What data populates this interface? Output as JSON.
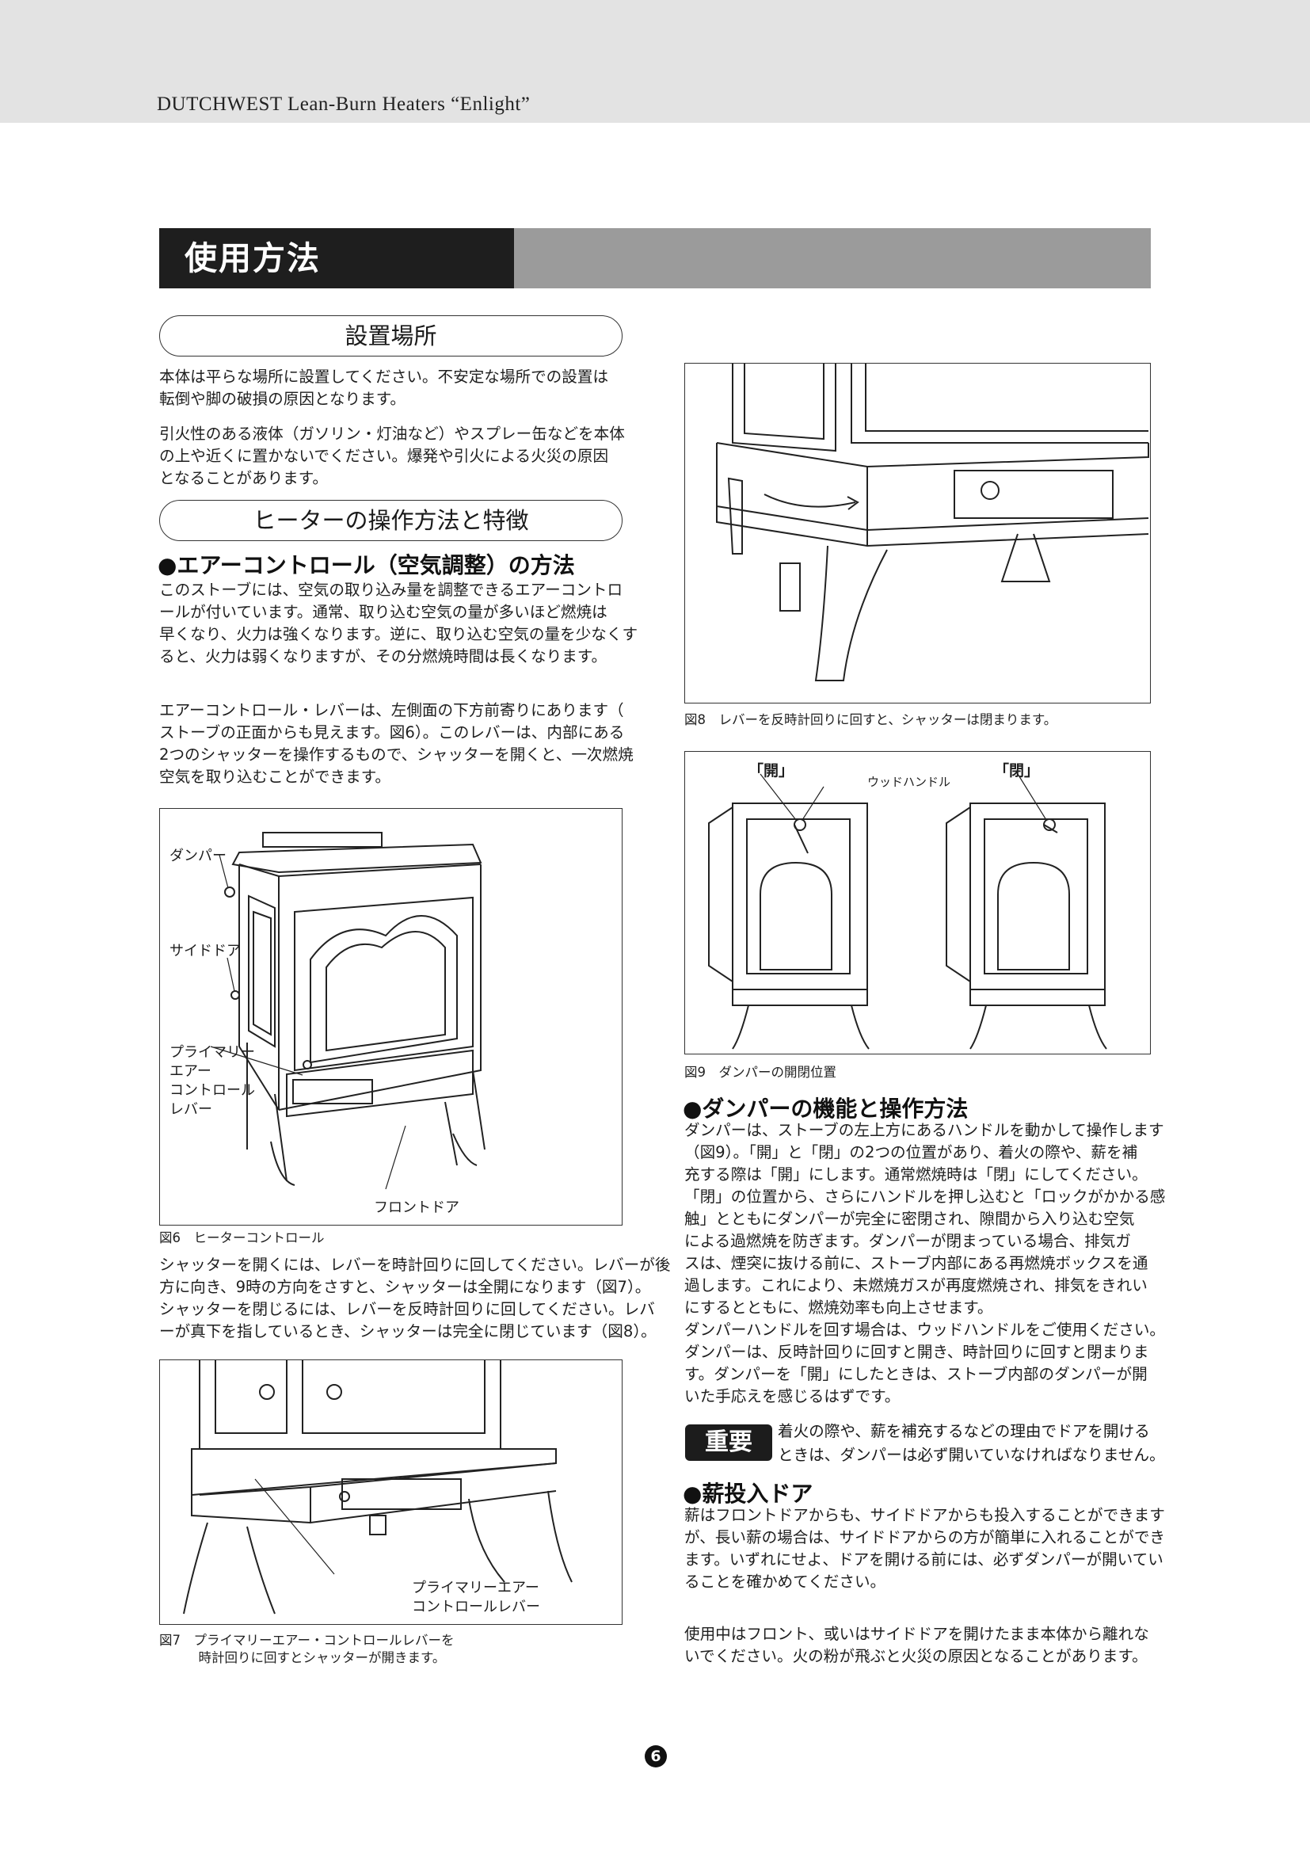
{
  "header": {
    "doc_title": "DUTCHWEST Lean-Burn Heaters “Enlight”"
  },
  "section": {
    "title": "使用方法"
  },
  "placement": {
    "heading": "設置場所",
    "para1": "本体は平らな場所に設置してください。不安定な場所での設置は\n転倒や脚の破損の原因となります。",
    "para2": "引火性のある液体（ガソリン・灯油など）やスプレー缶などを本体\nの上や近くに置かないでください。爆発や引火による火災の原因\nとなることがあります。"
  },
  "operation": {
    "heading": "ヒーターの操作方法と特徴",
    "aircontrol": {
      "title": "●エアーコントロール（空気調整）の方法",
      "para1": "このストーブには、空気の取り込み量を調整できるエアーコントロ\nールが付いています。通常、取り込む空気の量が多いほど燃焼は\n早くなり、火力は強くなります。逆に、取り込む空気の量を少なくす\nると、火力は弱くなりますが、その分燃焼時間は長くなります。",
      "para2": "エアーコントロール・レバーは、左側面の下方前寄りにあります（\nストーブの正面からも見えます。図6）。このレバーは、内部にある\n2つのシャッターを操作するもので、シャッターを開くと、一次燃焼\n空気を取り込むことができます。",
      "para3": "シャッターを開くには、レバーを時計回りに回してください。レバーが後\n方に向き、9時の方向をさすと、シャッターは全開になります（図7）。\nシャッターを閉じるには、レバーを反時計回りに回してください。レバ\nーが真下を指しているとき、シャッターは完全に閉じています（図8）。"
    }
  },
  "fig6": {
    "labels": {
      "damper": "ダンパー",
      "side_door": "サイドドア",
      "primary_air": "プライマリー\nエアー\nコントロール\nレバー",
      "front_door": "フロントドア"
    },
    "caption": "図6　ヒーターコントロール"
  },
  "fig7": {
    "label": "プライマリーエアー\nコントロールレバー",
    "caption": "図7　プライマリーエアー・コントロールレバーを\n　　　時計回りに回すとシャッターが開きます。"
  },
  "fig8": {
    "caption": "図8　レバーを反時計回りに回すと、シャッターは閉まります。"
  },
  "fig9": {
    "open_label": "「開」",
    "closed_label": "「閉」",
    "handle_label": "ウッドハンドル",
    "caption": "図9　ダンパーの開閉位置"
  },
  "damper": {
    "title": "●ダンパーの機能と操作方法",
    "para": "ダンパーは、ストーブの左上方にあるハンドルを動かして操作します\n（図9）。「開」と「閉」の2つの位置があり、着火の際や、薪を補\n充する際は「開」にします。通常燃焼時は「閉」にしてください。\n「閉」の位置から、さらにハンドルを押し込むと「ロックがかかる感\n触」とともにダンパーが完全に密閉され、隙間から入り込む空気\nによる過燃焼を防ぎます。ダンパーが閉まっている場合、排気ガ\nスは、煙突に抜ける前に、ストーブ内部にある再燃焼ボックスを通\n過します。これにより、未燃焼ガスが再度燃焼され、排気をきれい\nにするとともに、燃焼効率も向上させます。\nダンパーハンドルを回す場合は、ウッドハンドルをご使用ください。\nダンパーは、反時計回りに回すと開き、時計回りに回すと閉まりま\nす。ダンパーを「開」にしたときは、ストーブ内部のダンパーが開\nいた手応えを感じるはずです。"
  },
  "important": {
    "badge": "重要",
    "text": "着火の際や、薪を補充するなどの理由でドアを開ける\nときは、ダンパーは必ず開いていなければなりません。"
  },
  "wood_door": {
    "title": "●薪投入ドア",
    "para": "薪はフロントドアからも、サイドドアからも投入することができます\nが、長い薪の場合は、サイドドアからの方が簡単に入れることができ\nます。いずれにせよ、ドアを開ける前には、必ずダンパーが開いてい\nることを確かめてください。",
    "para2": "使用中はフロント、或いはサイドドアを開けたまま本体から離れな\nいでください。火の粉が飛ぶと火災の原因となることがあります。"
  },
  "page": {
    "number": "6"
  }
}
